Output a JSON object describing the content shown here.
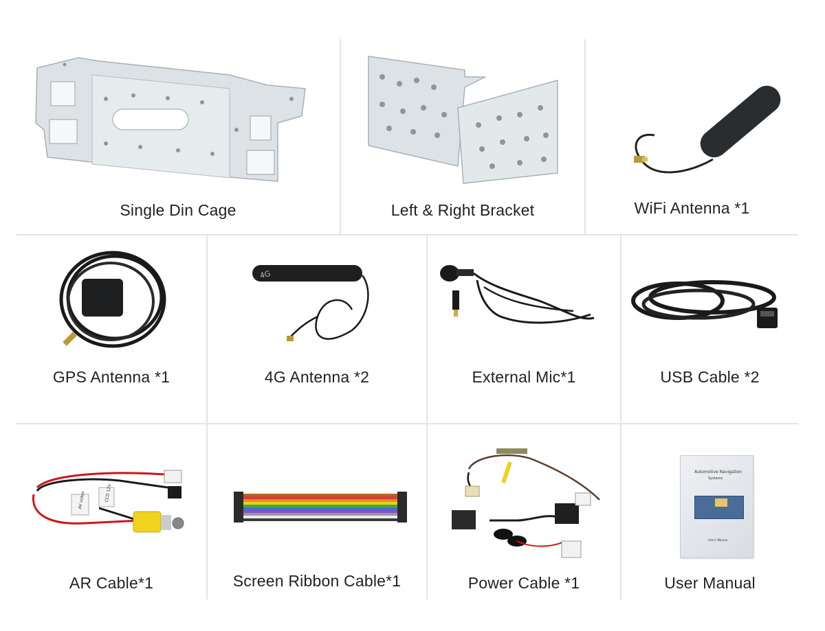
{
  "items": [
    {
      "label": "Single Din Cage",
      "icon": "din-cage-icon"
    },
    {
      "label": "Left & Right Bracket",
      "icon": "bracket-icon"
    },
    {
      "label": "WiFi Antenna *1",
      "icon": "wifi-antenna-icon"
    },
    {
      "label": "GPS Antenna *1",
      "icon": "gps-antenna-icon"
    },
    {
      "label": "4G Antenna *2",
      "icon": "4g-antenna-icon"
    },
    {
      "label": "External Mic*1",
      "icon": "mic-icon"
    },
    {
      "label": "USB Cable *2",
      "icon": "usb-cable-icon"
    },
    {
      "label": "AR Cable*1",
      "icon": "ar-cable-icon"
    },
    {
      "label": "Screen Ribbon Cable*1",
      "icon": "ribbon-cable-icon"
    },
    {
      "label": "Power Cable *1",
      "icon": "power-cable-icon"
    },
    {
      "label": "User Manual",
      "icon": "manual-icon"
    }
  ],
  "texts": {
    "antenna_4g": "4G",
    "manual_title": "Automotive Navigation",
    "manual_sub": "Systems",
    "manual_footer": "User's Manual",
    "ar_tag": "AV video",
    "ar_tag2": "CCD 12V"
  }
}
